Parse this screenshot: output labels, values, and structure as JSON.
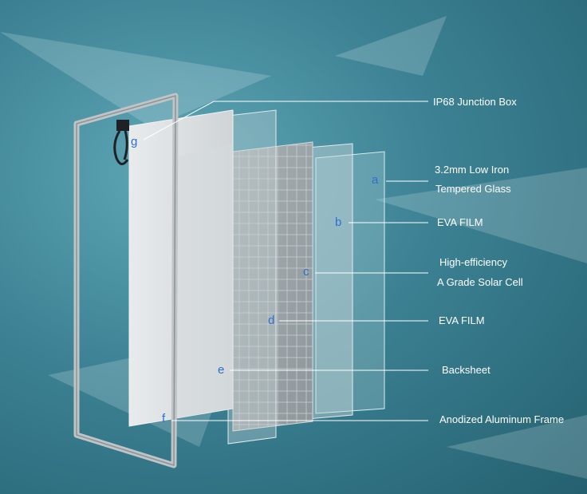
{
  "layers": [
    {
      "letter": "a",
      "lines": [
        "3.2mm Low Iron",
        "Tempered Glass"
      ]
    },
    {
      "letter": "b",
      "lines": [
        "EVA FILM"
      ]
    },
    {
      "letter": "c",
      "lines": [
        "High-efficiency",
        "A Grade Solar Cell"
      ]
    },
    {
      "letter": "d",
      "lines": [
        "EVA FILM"
      ]
    },
    {
      "letter": "e",
      "lines": [
        "Backsheet"
      ]
    },
    {
      "letter": "f",
      "lines": [
        "Anodized Aluminum Frame"
      ]
    },
    {
      "letter": "g",
      "lines": [
        "IP68 Junction Box"
      ]
    }
  ],
  "colors": {
    "background": "#3c8294",
    "leader_line": "#ffffff",
    "letter": "#2f6fd0",
    "label": "#ffffff",
    "frame": "#bfc4c6"
  }
}
